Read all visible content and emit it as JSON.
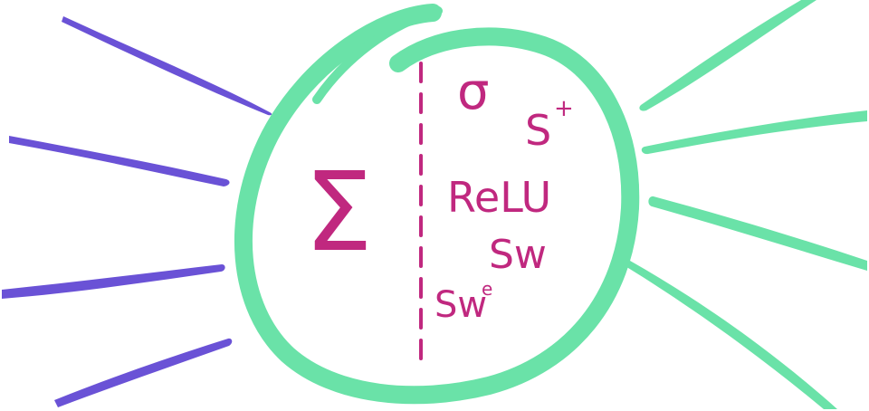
{
  "colors": {
    "input_lines": "#6a52d6",
    "output_lines": "#6ae2a8",
    "neuron_outline": "#6ae2a8",
    "symbols": "#c0287f",
    "background": "#ffffff"
  },
  "neuron": {
    "aggregation_symbol": "Σ",
    "activations": {
      "sigma": "σ",
      "s_plus": {
        "base": "S",
        "superscript": "+"
      },
      "relu": "ReLU",
      "sw": "Sw",
      "sw_e": {
        "base": "Sw",
        "superscript": "e"
      }
    }
  }
}
